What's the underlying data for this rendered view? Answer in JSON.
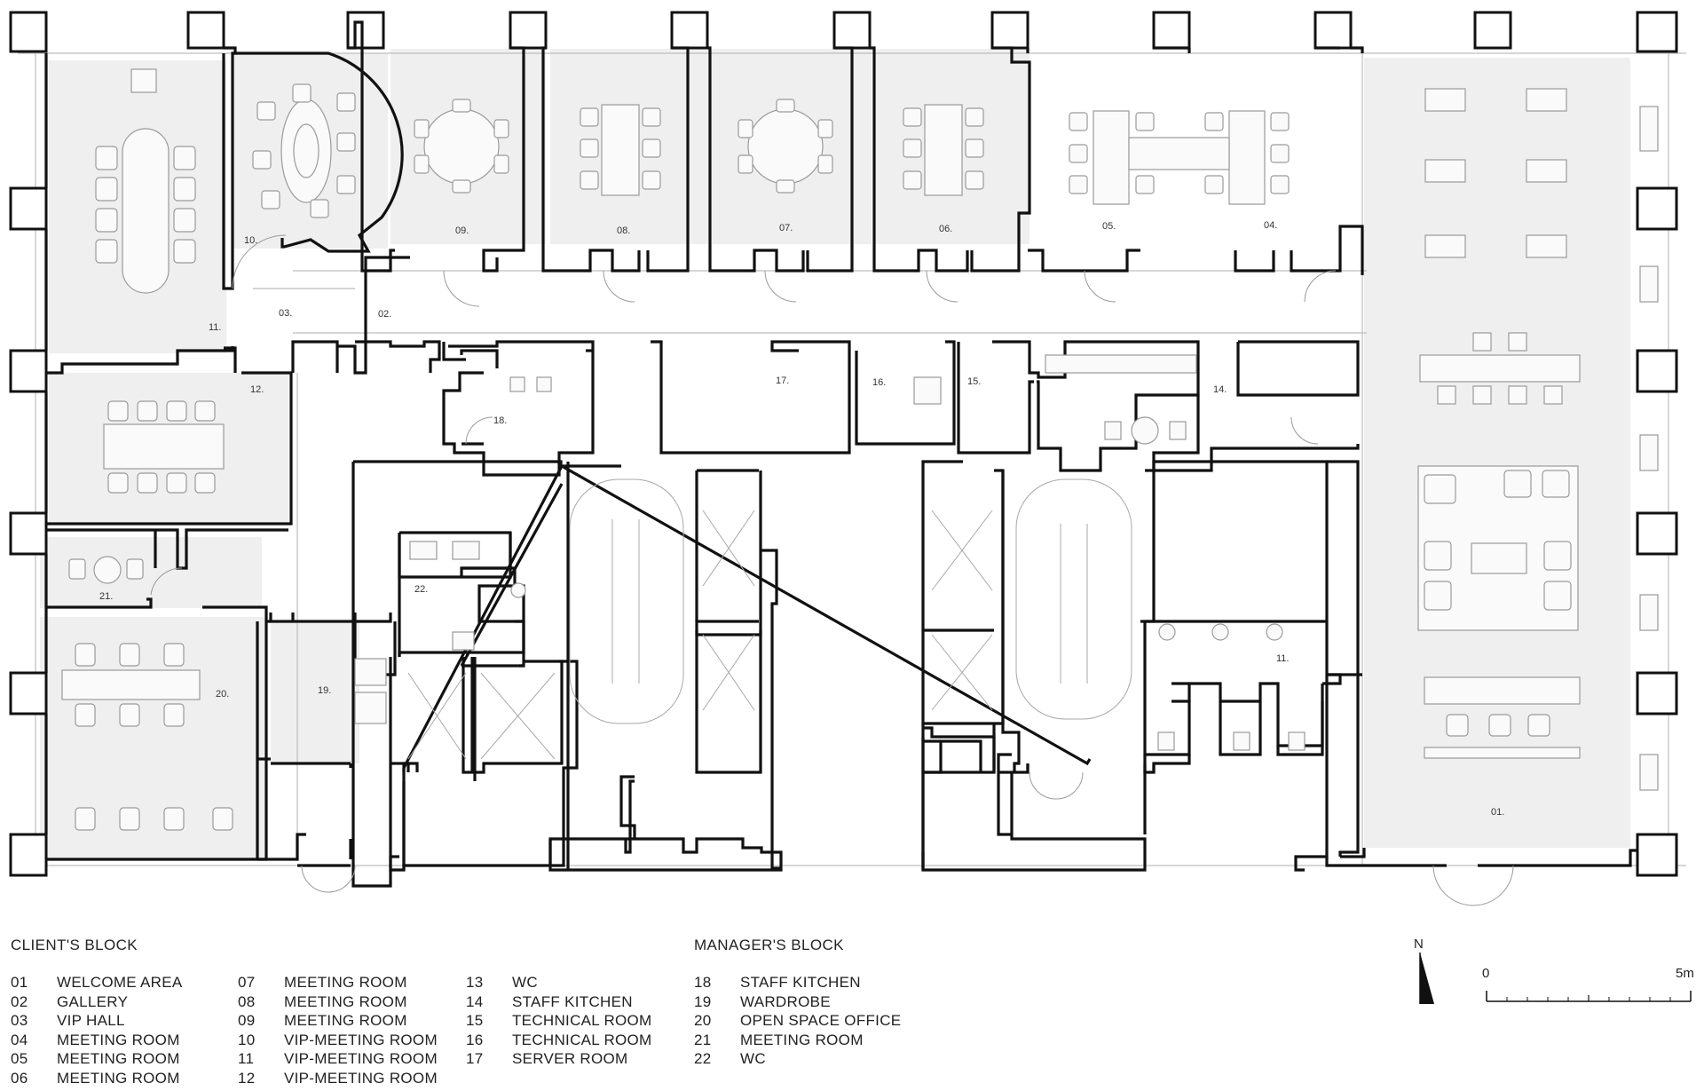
{
  "plan": {
    "room_labels": [
      {
        "id": "01",
        "text": "01."
      },
      {
        "id": "02",
        "text": "02."
      },
      {
        "id": "03",
        "text": "03."
      },
      {
        "id": "04",
        "text": "04."
      },
      {
        "id": "05",
        "text": "05."
      },
      {
        "id": "06",
        "text": "06."
      },
      {
        "id": "07",
        "text": "07."
      },
      {
        "id": "08",
        "text": "08."
      },
      {
        "id": "09",
        "text": "09."
      },
      {
        "id": "10",
        "text": "10."
      },
      {
        "id": "11a",
        "text": "11."
      },
      {
        "id": "11b",
        "text": "11."
      },
      {
        "id": "12",
        "text": "12."
      },
      {
        "id": "14",
        "text": "14."
      },
      {
        "id": "15",
        "text": "15."
      },
      {
        "id": "16",
        "text": "16."
      },
      {
        "id": "17",
        "text": "17."
      },
      {
        "id": "18",
        "text": "18."
      },
      {
        "id": "19",
        "text": "19."
      },
      {
        "id": "20",
        "text": "20."
      },
      {
        "id": "21",
        "text": "21."
      },
      {
        "id": "22",
        "text": "22."
      }
    ]
  },
  "legend": {
    "client_block": {
      "title": "CLIENT'S BLOCK",
      "columns": [
        [
          {
            "num": "01",
            "name": "WELCOME AREA"
          },
          {
            "num": "02",
            "name": "GALLERY"
          },
          {
            "num": "03",
            "name": "VIP HALL"
          },
          {
            "num": "04",
            "name": "MEETING ROOM"
          },
          {
            "num": "05",
            "name": "MEETING ROOM"
          },
          {
            "num": "06",
            "name": "MEETING ROOM"
          }
        ],
        [
          {
            "num": "07",
            "name": "MEETING ROOM"
          },
          {
            "num": "08",
            "name": "MEETING ROOM"
          },
          {
            "num": "09",
            "name": "MEETING ROOM"
          },
          {
            "num": "10",
            "name": "VIP-MEETING ROOM"
          },
          {
            "num": "11",
            "name": "VIP-MEETING ROOM"
          },
          {
            "num": "12",
            "name": "VIP-MEETING ROOM"
          }
        ],
        [
          {
            "num": "13",
            "name": "WC"
          },
          {
            "num": "14",
            "name": "STAFF KITCHEN"
          },
          {
            "num": "15",
            "name": "TECHNICAL ROOM"
          },
          {
            "num": "16",
            "name": "TECHNICAL ROOM"
          },
          {
            "num": "17",
            "name": "SERVER ROOM"
          }
        ]
      ]
    },
    "manager_block": {
      "title": "MANAGER'S BLOCK",
      "rows": [
        {
          "num": "18",
          "name": "STAFF KITCHEN"
        },
        {
          "num": "19",
          "name": "WARDROBE"
        },
        {
          "num": "20",
          "name": "OPEN SPACE OFFICE"
        },
        {
          "num": "21",
          "name": "MEETING ROOM"
        },
        {
          "num": "22",
          "name": "WC"
        }
      ]
    }
  },
  "north_arrow": {
    "label": "N"
  },
  "scale_bar": {
    "start_label": "0",
    "end_label": "5m"
  }
}
